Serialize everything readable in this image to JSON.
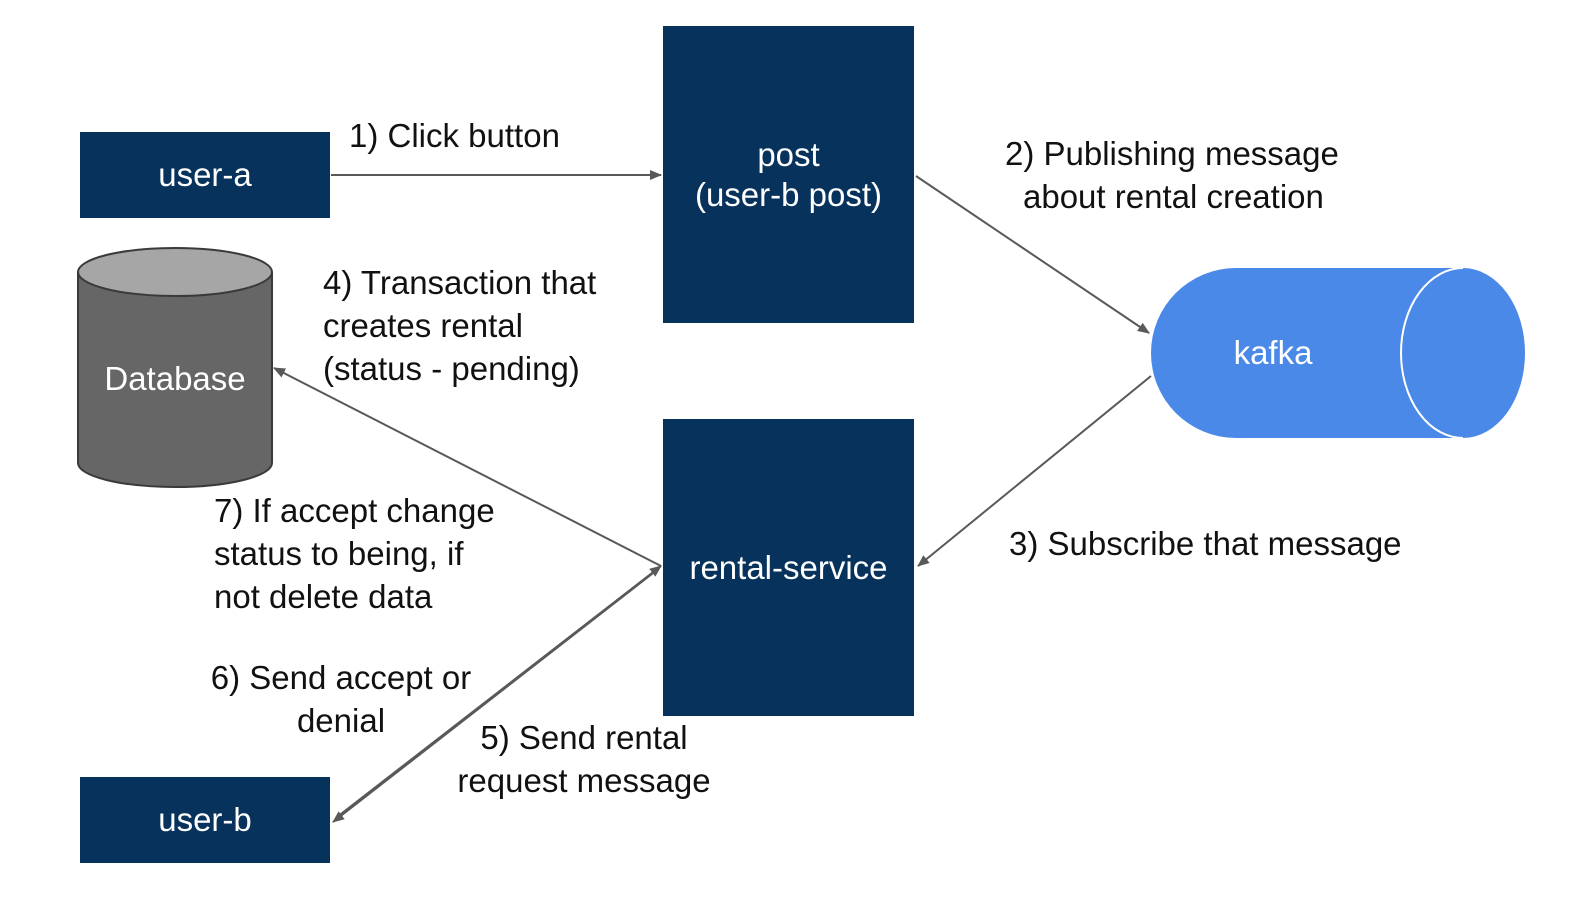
{
  "colors": {
    "box": "#06325c",
    "database": "#666666",
    "database_top": "#a6a6a6",
    "kafka": "#4a89e8",
    "arrow": "#595959"
  },
  "nodes": {
    "user_a": "user-a",
    "post_line1": "post",
    "post_line2": "(user-b post)",
    "kafka": "kafka",
    "database": "Database",
    "rental_service": "rental-service",
    "user_b": "user-b"
  },
  "steps": {
    "s1": [
      "1) Click button"
    ],
    "s2": [
      "2) Publishing message",
      "about rental creation"
    ],
    "s3": [
      "3) Subscribe that message"
    ],
    "s4": [
      "4) Transaction that",
      "creates rental",
      "(status - pending)"
    ],
    "s5": [
      "5) Send rental",
      "request message"
    ],
    "s6": [
      "6) Send accept or",
      "denial"
    ],
    "s7": [
      "7) If accept change",
      "status to being, if",
      "not delete data"
    ]
  }
}
